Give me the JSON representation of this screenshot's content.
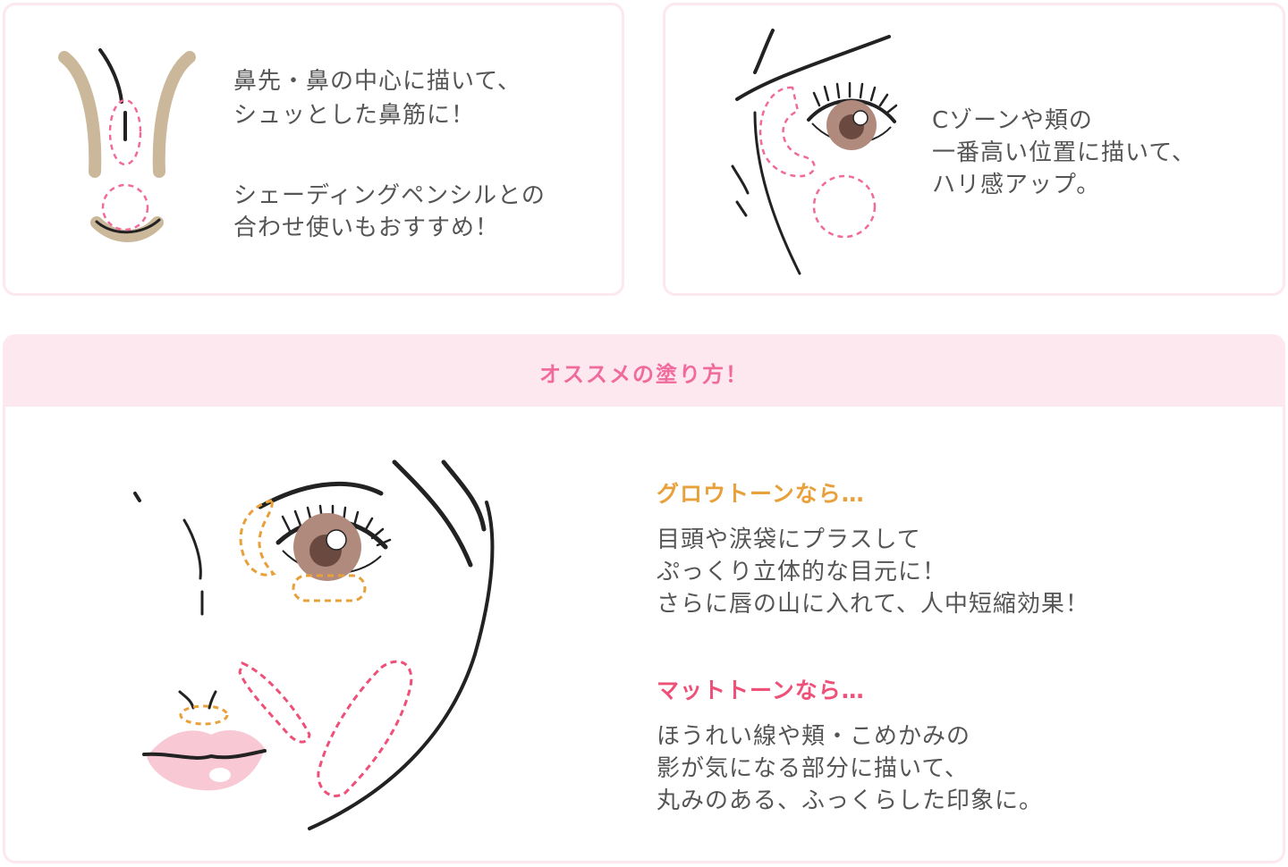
{
  "nose_card": {
    "line1": "鼻先・鼻の中心に描いて、",
    "line2": "シュッとした鼻筋に！",
    "line3": "シェーディングペンシルとの",
    "line4": "合わせ使いもおすすめ！"
  },
  "cheek_card": {
    "line1": "Cゾーンや頬の",
    "line2": "一番高い位置に描いて、",
    "line3": "ハリ感アップ。"
  },
  "method": {
    "title": "オススメの塗り方！",
    "glow": {
      "heading": "グロウトーンなら…",
      "line1": "目頭や涙袋にプラスして",
      "line2": "ぷっくり立体的な目元に！",
      "line3": "さらに唇の山に入れて、人中短縮効果！"
    },
    "matte": {
      "heading": "マットトーンなら…",
      "line1": "ほうれい線や頬・こめかみの",
      "line2": "影が気になる部分に描いて、",
      "line3": "丸みのある、ふっくらした印象に。"
    }
  },
  "colors": {
    "accent_pink": "#f06a9b",
    "glow_orange": "#e8a13a",
    "matte_pink": "#ee5078",
    "card_border": "#fde8f0",
    "contour_beige": "#cbb89b"
  }
}
